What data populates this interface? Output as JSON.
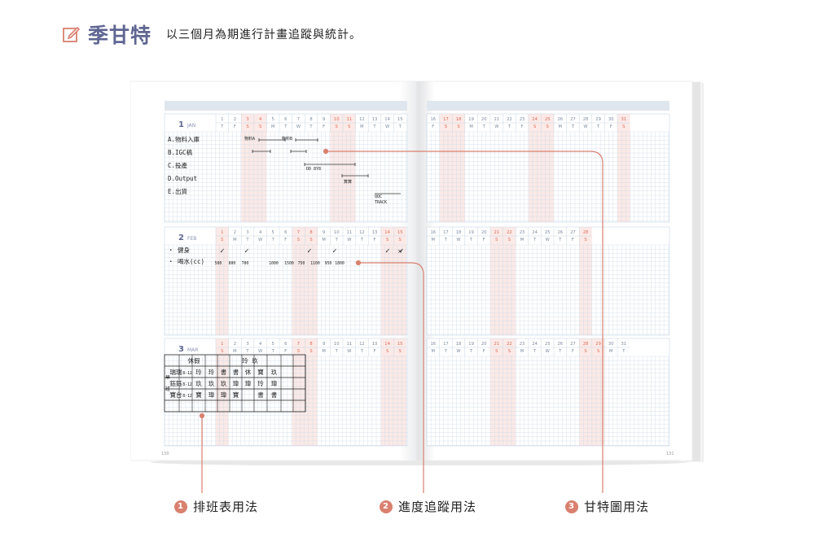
{
  "header": {
    "icon": "edit-icon",
    "title": "季甘特",
    "subtitle": "以三個月為期進行計畫追蹤與統計。"
  },
  "colors": {
    "accent": "#5f6692",
    "weekend": "#f7d9d3",
    "grid": "#c9d7e6",
    "header_bar": "#dfe6ee",
    "callout": "#d9806f"
  },
  "months": [
    {
      "num": "1",
      "abbr": "JAN",
      "dates_a": [
        "1",
        "2",
        "3",
        "4",
        "5",
        "6",
        "7",
        "8",
        "9",
        "10",
        "11",
        "12",
        "13",
        "14",
        "15"
      ],
      "days_a": [
        "T",
        "F",
        "S",
        "S",
        "M",
        "T",
        "W",
        "T",
        "F",
        "S",
        "S",
        "M",
        "T",
        "W",
        "T"
      ],
      "dates_b": [
        "16",
        "17",
        "18",
        "19",
        "20",
        "21",
        "22",
        "23",
        "24",
        "25",
        "26",
        "27",
        "28",
        "29",
        "30",
        "31"
      ],
      "days_b": [
        "F",
        "S",
        "S",
        "M",
        "T",
        "W",
        "T",
        "F",
        "S",
        "S",
        "M",
        "T",
        "W",
        "T",
        "F",
        "S"
      ]
    },
    {
      "num": "2",
      "abbr": "FEB",
      "dates_a": [
        "1",
        "2",
        "3",
        "4",
        "5",
        "6",
        "7",
        "8",
        "9",
        "10",
        "11",
        "12",
        "13",
        "14",
        "15"
      ],
      "days_a": [
        "S",
        "M",
        "T",
        "W",
        "T",
        "F",
        "S",
        "S",
        "M",
        "T",
        "W",
        "T",
        "F",
        "S",
        "S"
      ],
      "dates_b": [
        "16",
        "17",
        "18",
        "19",
        "20",
        "21",
        "22",
        "23",
        "24",
        "25",
        "26",
        "27",
        "28"
      ],
      "days_b": [
        "M",
        "T",
        "W",
        "T",
        "F",
        "S",
        "S",
        "M",
        "T",
        "W",
        "T",
        "F",
        "S"
      ]
    },
    {
      "num": "3",
      "abbr": "MAR",
      "dates_a": [
        "1",
        "2",
        "3",
        "4",
        "5",
        "6",
        "7",
        "8",
        "9",
        "10",
        "11",
        "12",
        "13",
        "14",
        "15"
      ],
      "days_a": [
        "S",
        "M",
        "T",
        "W",
        "T",
        "F",
        "S",
        "S",
        "M",
        "T",
        "W",
        "T",
        "F",
        "S",
        "S"
      ],
      "dates_b": [
        "16",
        "17",
        "18",
        "19",
        "20",
        "21",
        "22",
        "23",
        "24",
        "25",
        "26",
        "27",
        "28",
        "29",
        "30",
        "31"
      ],
      "days_b": [
        "M",
        "T",
        "W",
        "T",
        "F",
        "S",
        "S",
        "M",
        "T",
        "W",
        "T",
        "F",
        "S",
        "S",
        "M",
        "T"
      ]
    }
  ],
  "jan_tasks": [
    "A.物料入庫",
    "B.IGC稿",
    "C.投產",
    "D.Output",
    "E.出貨"
  ],
  "jan_bars": [
    "物料A",
    "物料B",
    "DD 8Y8",
    "算算",
    "QQC TRACK"
  ],
  "feb_rows": [
    "‧ 健身",
    "‧ 喝水(cc)"
  ],
  "feb_checks": [
    "✓",
    "✓",
    "✓",
    "✓",
    "✓",
    "✓",
    "×"
  ],
  "feb_water": [
    "500",
    "800",
    "700",
    "1000",
    "1500",
    "750",
    "1100",
    "950",
    "1800"
  ],
  "mar_schedule": {
    "top_row": [
      "休假",
      "",
      "",
      "",
      "",
      "",
      "",
      "",
      "",
      "",
      ""
    ],
    "rows": [
      [
        "瑞瑞",
        "8-12",
        "玲",
        "玲",
        "書",
        "書",
        "休",
        "寶",
        "玖"
      ],
      [
        "鈺鈺",
        "8-12",
        "玖",
        "玖",
        "玖",
        "瑋",
        "瑋",
        "玲",
        "瑋"
      ],
      [
        "寶台",
        "8-12",
        "寶",
        "瑋",
        "瑋",
        "寶",
        "",
        "書",
        "書"
      ]
    ],
    "side": "早班"
  },
  "page_numbers": [
    "130",
    "131"
  ],
  "legend": [
    {
      "num": "1",
      "label": "排班表用法"
    },
    {
      "num": "2",
      "label": "進度追蹤用法"
    },
    {
      "num": "3",
      "label": "甘特圖用法"
    }
  ]
}
